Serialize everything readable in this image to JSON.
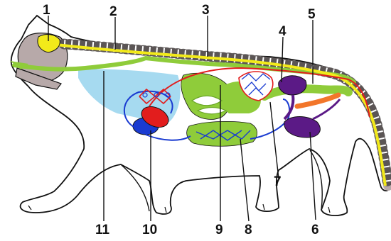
{
  "diagram": {
    "subject": "cat-internal-anatomy",
    "colors": {
      "outline": "#111111",
      "body_fill": "#ffffff",
      "skull_fill": "#b7a9a9",
      "spine_fill": "#b7a9a9",
      "brain": "#f2ea1a",
      "spinal_cord": "#f2ea1a",
      "digestive": "#8fcc3a",
      "lungs": "#a6daf0",
      "heart_red": "#e21d1d",
      "heart_blue": "#1a3bd1",
      "artery": "#e21d1d",
      "vein": "#1a3bd1",
      "kidney": "#5b1a86",
      "reproductive": "#f2762a"
    },
    "labels": [
      {
        "id": "1",
        "text": "1"
      },
      {
        "id": "2",
        "text": "2"
      },
      {
        "id": "3",
        "text": "3"
      },
      {
        "id": "4",
        "text": "4"
      },
      {
        "id": "5",
        "text": "5"
      },
      {
        "id": "6",
        "text": "6"
      },
      {
        "id": "7",
        "text": "7"
      },
      {
        "id": "8",
        "text": "8"
      },
      {
        "id": "9",
        "text": "9"
      },
      {
        "id": "10",
        "text": "10"
      },
      {
        "id": "11",
        "text": "11"
      }
    ]
  }
}
